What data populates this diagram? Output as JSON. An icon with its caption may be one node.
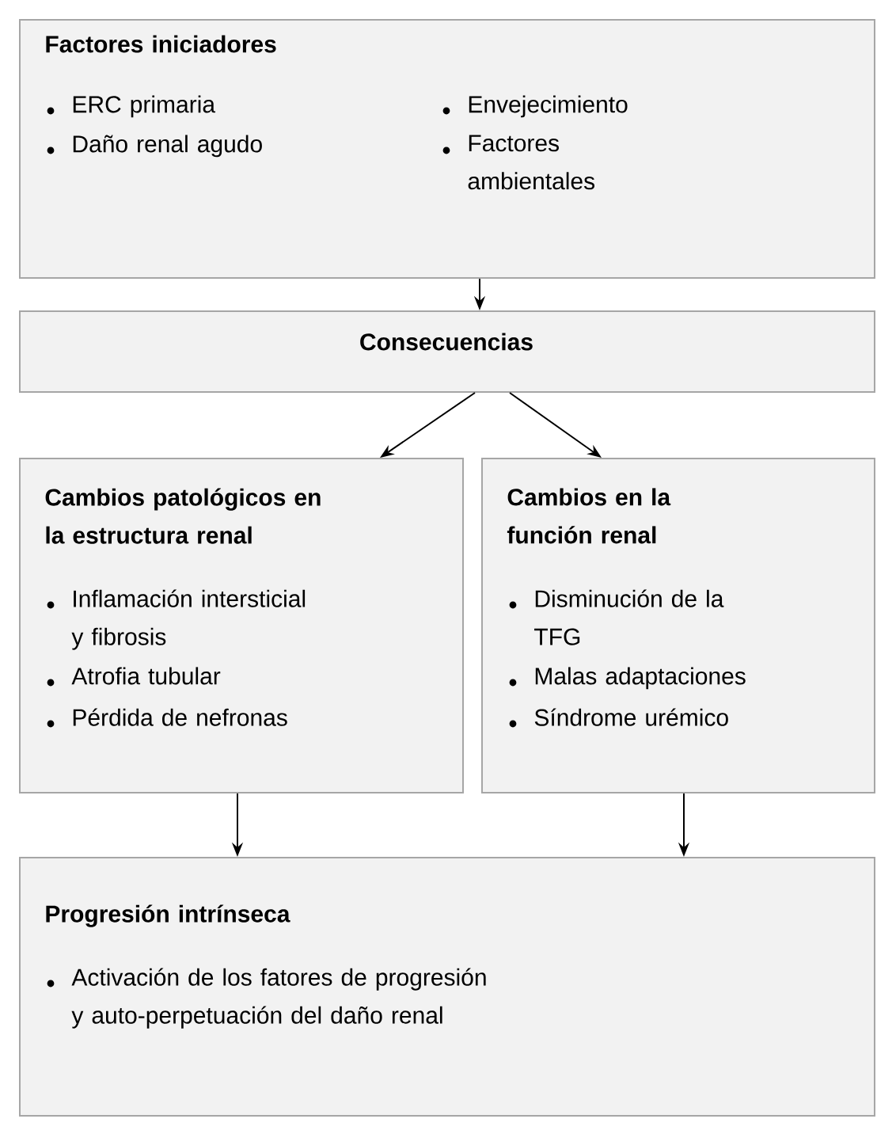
{
  "diagram": {
    "nodes": [
      {
        "text": [
          "Factores iniciadores",
          "ERC primaria",
          "Daño renal agudo",
          "Envejecimiento",
          "Factores ambientales"
        ]
      },
      {
        "text": [
          "Consecuencias"
        ]
      },
      {
        "text": [
          "Cambios patológicos en la estructura renal",
          "Inflamación intersticial y fibrosis",
          "Atrofia tubular",
          "Pérdida de nefronas"
        ]
      },
      {
        "text": [
          "Cambios en la función renal",
          "Disminución de la TFG",
          "Malas adaptaciones",
          "Síndrome urémico"
        ]
      },
      {
        "text": [
          "Progresión intrínseca",
          "Activación de los fatores de progresión y auto-perpetuación del daño renal"
        ]
      }
    ],
    "edges": [
      {
        "from": 0,
        "to": 1,
        "arrow": "to"
      },
      {
        "from": 1,
        "to": 2,
        "arrow": "to"
      },
      {
        "from": 1,
        "to": 3,
        "arrow": "to"
      },
      {
        "from": 2,
        "to": 4,
        "arrow": "to"
      },
      {
        "from": 3,
        "to": 4,
        "arrow": "to"
      }
    ]
  }
}
